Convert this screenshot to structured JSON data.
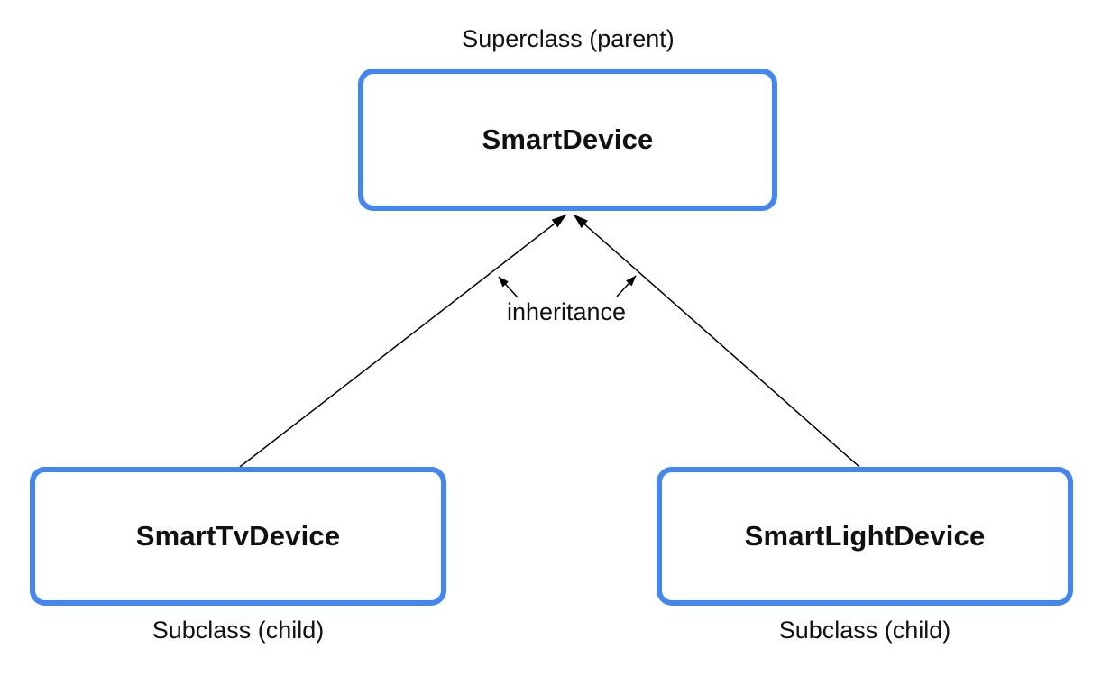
{
  "diagram": {
    "superclass_caption": "Superclass (parent)",
    "superclass_label": "SmartDevice",
    "relation_label": "inheritance",
    "subclass_left_label": "SmartTvDevice",
    "subclass_left_caption": "Subclass (child)",
    "subclass_right_label": "SmartLightDevice",
    "subclass_right_caption": "Subclass (child)",
    "colors": {
      "box_border": "#4285f4",
      "box_fill": "#ffffff",
      "arrow": "#000000",
      "text": "#111111"
    }
  }
}
